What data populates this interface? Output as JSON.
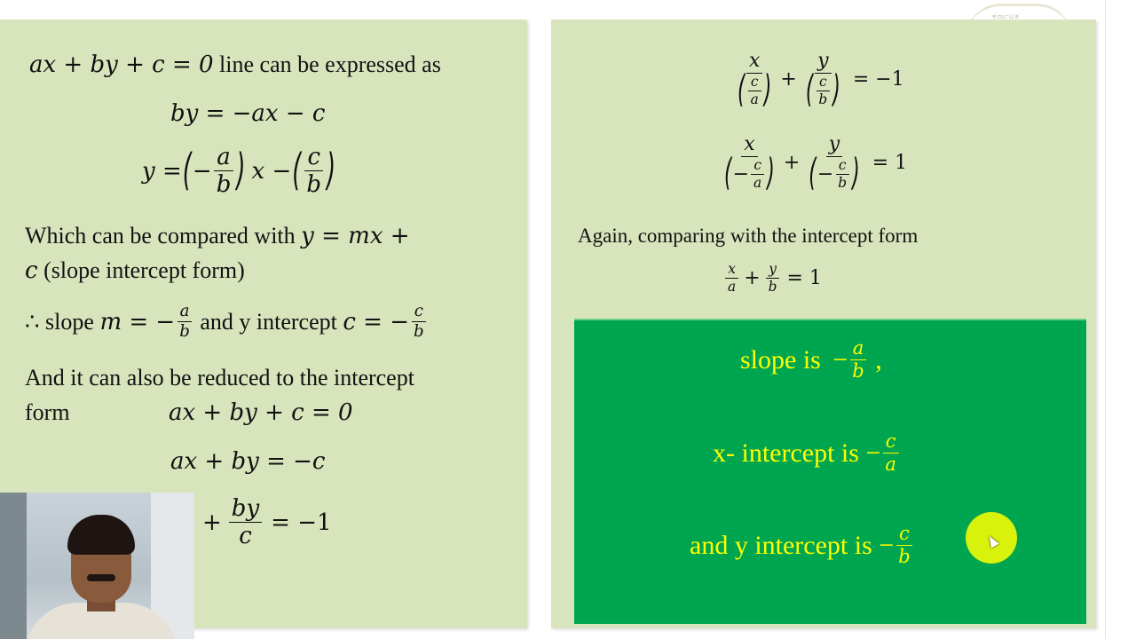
{
  "left": {
    "eq1": {
      "lhs": "ax + by + c = 0",
      "text": " line can be expressed as"
    },
    "eq2": "by = −ax − c",
    "eq3": {
      "y": "y = ",
      "minus": "−",
      "a": "a",
      "b1": "b",
      "x": "x − ",
      "c": "c",
      "b2": "b"
    },
    "compare": {
      "line1_text": "Which can be compared with ",
      "line1_math": "y = mx +",
      "line2_math": "c",
      "line2_text": " (slope intercept form)"
    },
    "slope": {
      "therefore": "∴",
      "t1": " slope ",
      "m": "m = −",
      "a": "a",
      "b1": "b",
      "t2": " and y intercept ",
      "c": "c = −",
      "c2": "c",
      "b2": "b"
    },
    "reduce": {
      "line1": "And it can also be reduced to the intercept",
      "line2_text": "form",
      "line2_math": "ax + by + c = 0"
    },
    "eq4": "ax + by = −c",
    "eq5": {
      "plus": "+",
      "num": "by",
      "den": "c",
      "rhs": "= −1"
    }
  },
  "right": {
    "eq1": {
      "x": "x",
      "c1": "c",
      "a1": "a",
      "plus": "+",
      "y": "y",
      "c2": "c",
      "b2": "b",
      "rhs": "= −1"
    },
    "eq2": {
      "x": "x",
      "c1": "c",
      "a1": "a",
      "plus": "+",
      "y": "y",
      "c2": "c",
      "b2": "b",
      "rhs": "= 1",
      "minus": "−"
    },
    "again": "Again, comparing with the intercept form",
    "eq3": {
      "x": "x",
      "a": "a",
      "plus": "+",
      "y": "y",
      "b": "b",
      "rhs": "= 1"
    }
  },
  "green": {
    "slope": {
      "text": "slope is ",
      "minus": "−",
      "num": "a",
      "den": "b",
      "tail": " ,"
    },
    "xint": {
      "text": "x- intercept is ",
      "minus": "−",
      "num": "c",
      "den": "a"
    },
    "yint": {
      "text": "and y intercept is ",
      "minus": "−",
      "num": "c",
      "den": "b"
    }
  },
  "watermark": "ಕರ್ನಾಟಕ",
  "colors": {
    "panel": "#d8e4bc",
    "green_box": "#00a54f",
    "highlight_text": "#ffff00"
  }
}
